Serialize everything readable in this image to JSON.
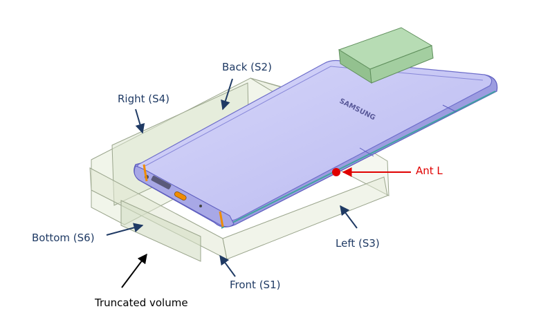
{
  "labels": {
    "back": "Back (S2)",
    "right": "Right (S4)",
    "bottom": "Bottom (S6)",
    "left": "Left (S3)",
    "front": "Front (S1)",
    "truncated": "Truncated volume",
    "ant": "Ant L"
  },
  "device_brand": "SAMSUNG",
  "colors": {
    "label_blue": "#1f3a64",
    "label_red": "#e00000",
    "phone_body": "#c9c9f5",
    "phone_edge": "#7f7fd8",
    "camera_box": "#a6d3a3",
    "box_face": "#dfe7d2",
    "accent_orange": "#f08c00",
    "marker_red": "#e00000"
  }
}
